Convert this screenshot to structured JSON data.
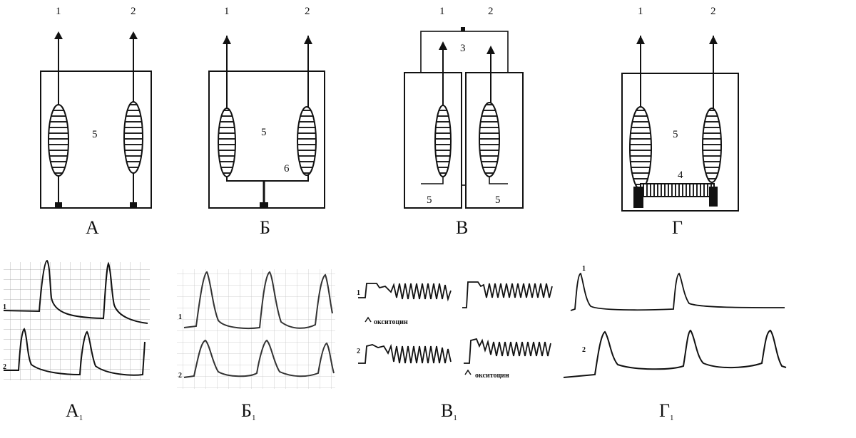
{
  "panels": [
    {
      "id": "A",
      "caption": "А",
      "thread_labels": [
        "1",
        "2"
      ],
      "chamber_label": "5"
    },
    {
      "id": "B",
      "caption": "Б",
      "thread_labels": [
        "1",
        "2"
      ],
      "chamber_label": "5",
      "connector_label": "6"
    },
    {
      "id": "V",
      "caption": "В",
      "thread_labels": [
        "1",
        "2"
      ],
      "top_label": "3",
      "chamber_labels": [
        "5",
        "5"
      ]
    },
    {
      "id": "G",
      "caption": "Г",
      "thread_labels": [
        "1",
        "2"
      ],
      "chamber_label": "5",
      "bridge_label": "4"
    }
  ],
  "recordings": [
    {
      "id": "A1",
      "caption": "А",
      "subscript": "1",
      "trace_labels": [
        "1",
        "2"
      ]
    },
    {
      "id": "B1",
      "caption": "Б",
      "subscript": "1",
      "trace_labels": [
        "1",
        "2"
      ]
    },
    {
      "id": "V1",
      "caption": "В",
      "subscript": "1",
      "trace_labels": [
        "1",
        "2"
      ],
      "annotation_1": "окситоцин",
      "annotation_2": "окситоцин"
    },
    {
      "id": "G1",
      "caption": "Г",
      "subscript": "1",
      "trace_labels": [
        "1",
        "2"
      ]
    }
  ]
}
